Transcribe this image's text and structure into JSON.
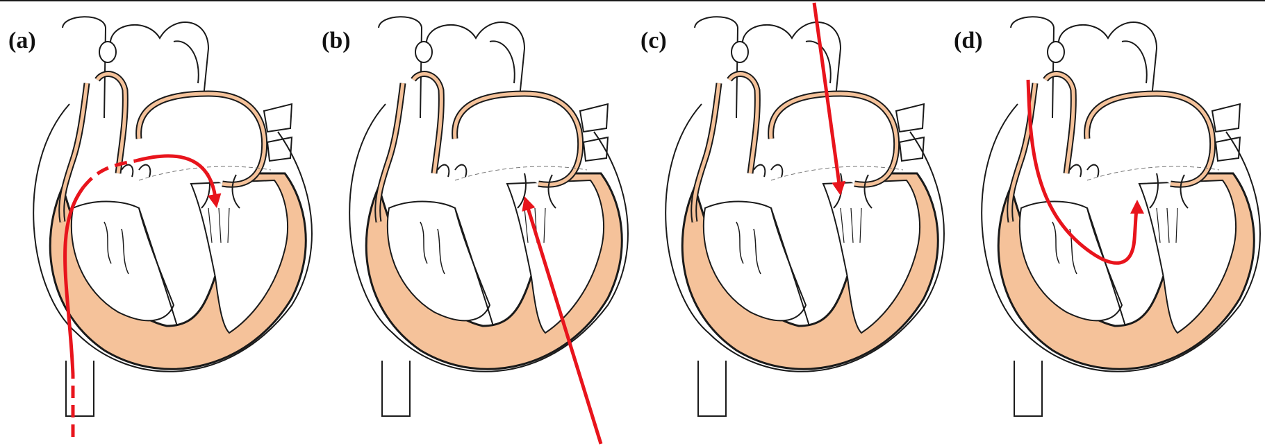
{
  "colors": {
    "outline": "#1a1a1a",
    "myocardium": "#f5c29a",
    "background": "#ffffff",
    "arrow": "#e8141c"
  },
  "panels": [
    {
      "label": "(a)",
      "route": "dashed-arrow-from-below-through-right-atrium-across-septum-into-left-ventricle"
    },
    {
      "label": "(b)",
      "route": "straight-arrow-from-below-apex-up-to-mitral-valve"
    },
    {
      "label": "(c)",
      "route": "straight-arrow-from-top-down-through-left-atrium-to-mitral-valve"
    },
    {
      "label": "(d)",
      "route": "curved-arrow-from-aorta-down-into-left-ventricle-and-up-to-mitral-valve"
    }
  ]
}
